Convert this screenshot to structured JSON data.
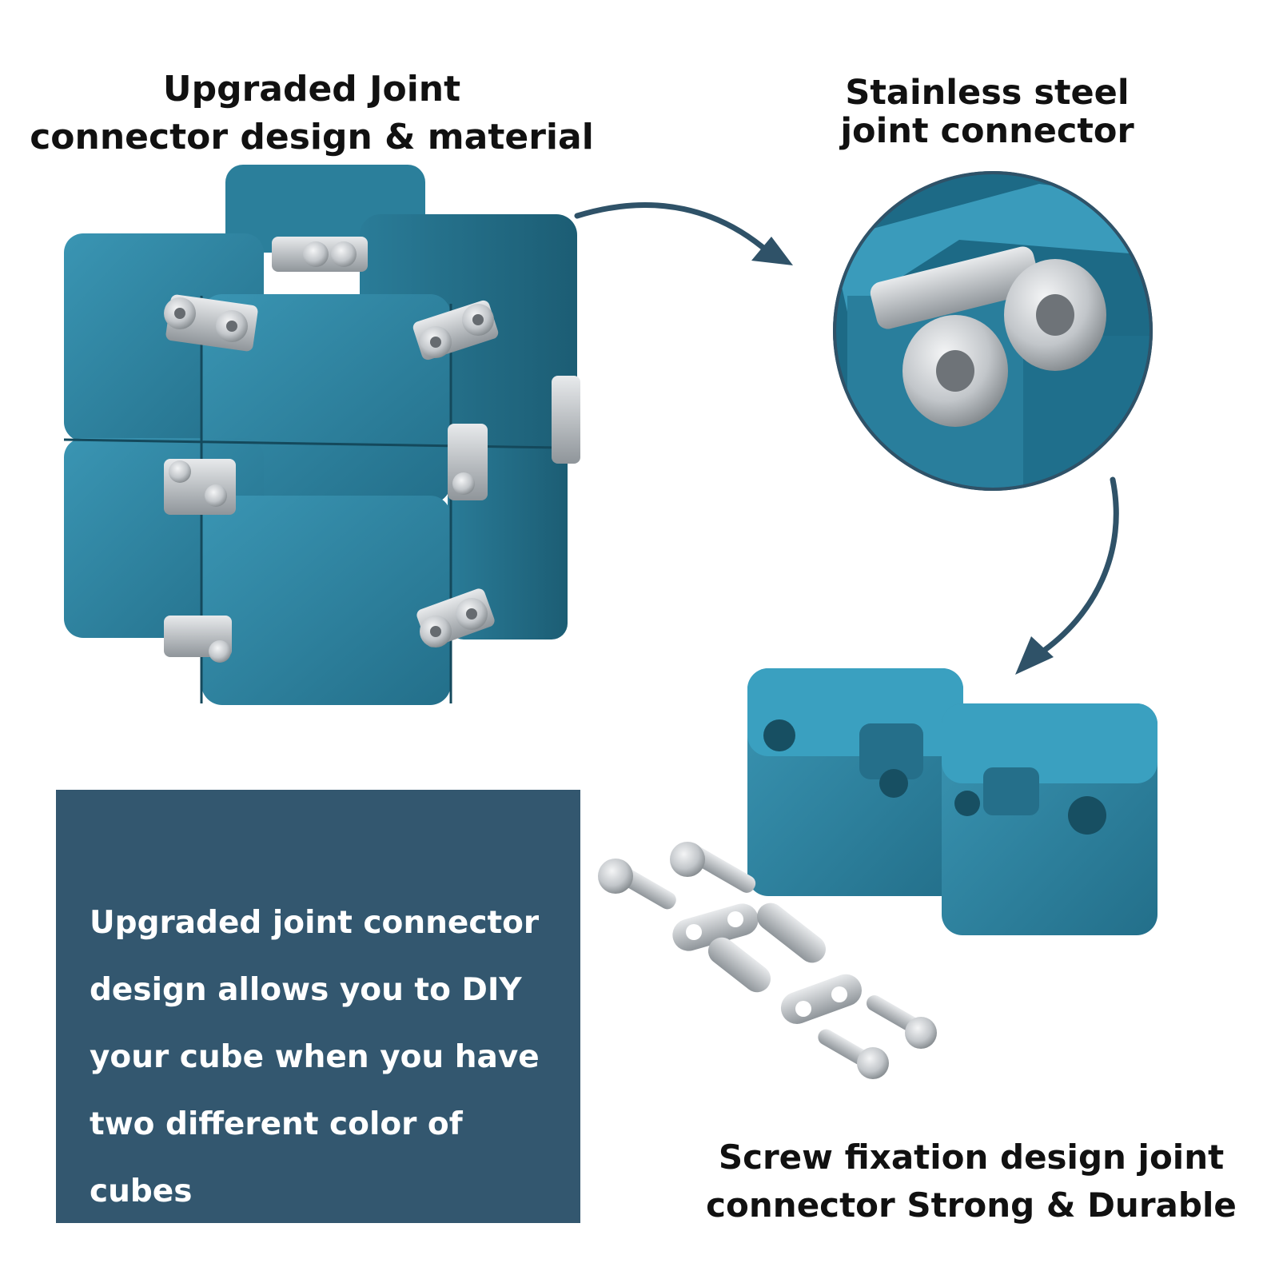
{
  "headings": {
    "top_left": "Upgraded Joint\nconnector design & material",
    "top_right": "Stainless steel\njoint connector",
    "bottom_right": "Screw fixation design joint\nconnector Strong & Durable"
  },
  "panel": {
    "text": "Upgraded joint connector design allows you to DIY your cube when you have two different color of cubes",
    "background": "#33576f"
  },
  "colors": {
    "cube_blue": "#2f86a3",
    "steel": "#c4c8cc",
    "arrow": "#2f5268"
  },
  "icons": [
    "infinity-cube",
    "joint-connector-closeup",
    "arrow",
    "separated-cubes",
    "screws-and-links"
  ]
}
